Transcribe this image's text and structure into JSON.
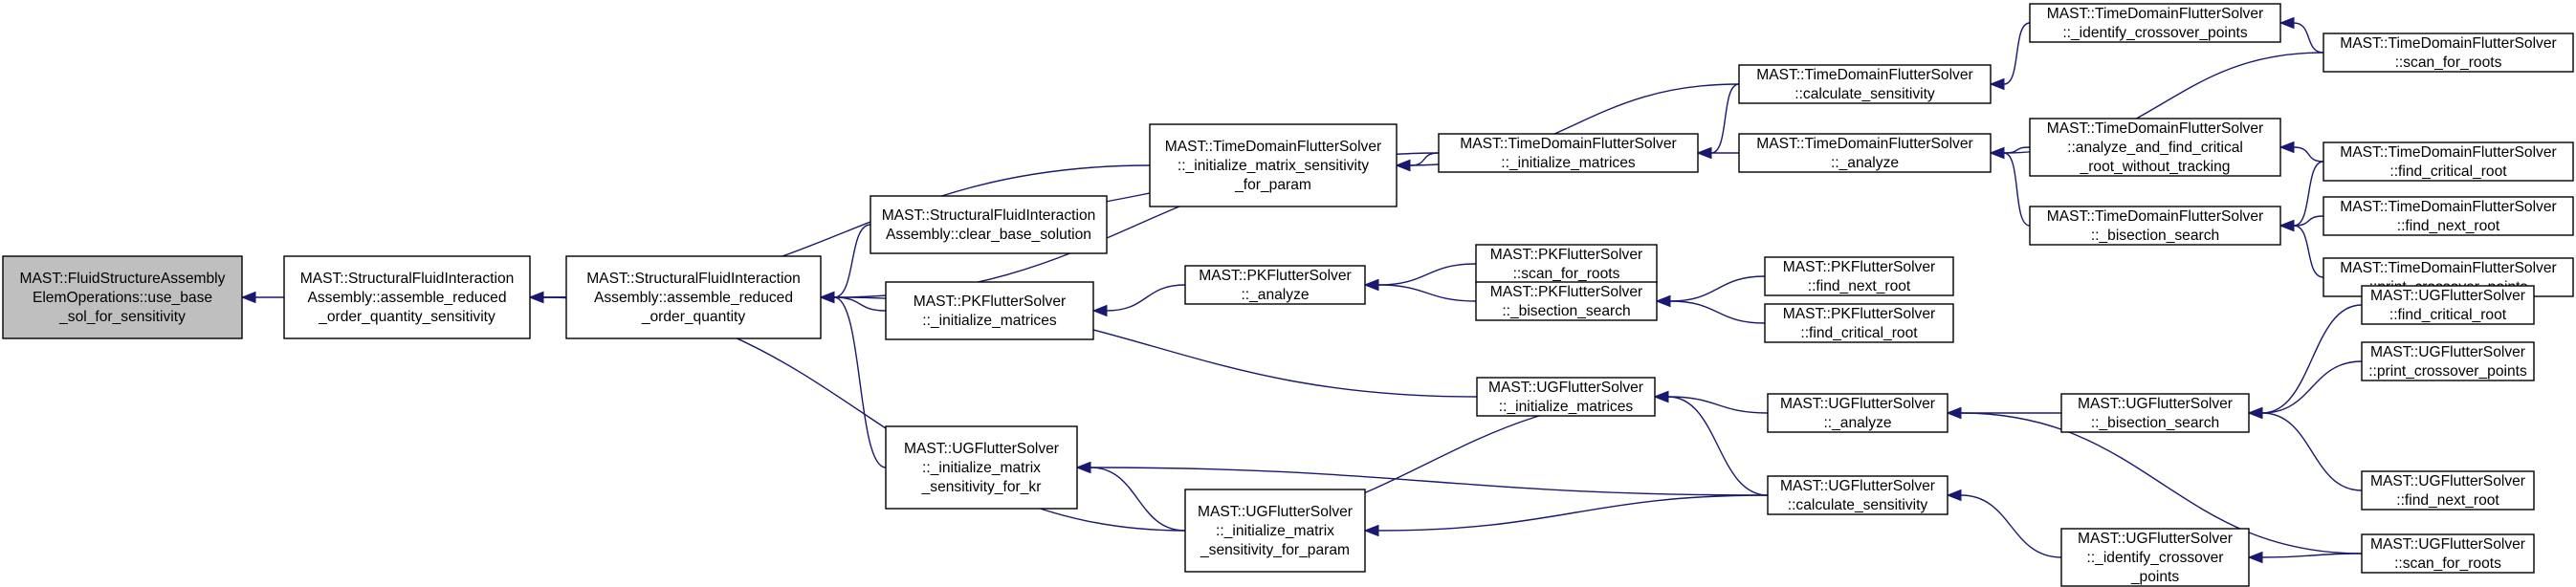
{
  "graph": {
    "nodes": [
      {
        "id": "n0",
        "lines": [
          "MAST::FluidStructureAssembly",
          "ElemOperations::use_base",
          "_sol_for_sensitivity"
        ],
        "root": true
      },
      {
        "id": "n1",
        "lines": [
          "MAST::StructuralFluidInteraction",
          "Assembly::assemble_reduced",
          "_order_quantity_sensitivity"
        ]
      },
      {
        "id": "n2",
        "lines": [
          "MAST::StructuralFluidInteraction",
          "Assembly::assemble_reduced",
          "_order_quantity"
        ]
      },
      {
        "id": "n3",
        "lines": [
          "MAST::StructuralFluidInteraction",
          "Assembly::clear_base_solution"
        ]
      },
      {
        "id": "n4",
        "lines": [
          "MAST::PKFlutterSolver",
          "::_initialize_matrices"
        ]
      },
      {
        "id": "n5",
        "lines": [
          "MAST::UGFlutterSolver",
          "::_initialize_matrix",
          "_sensitivity_for_kr"
        ]
      },
      {
        "id": "n6",
        "lines": [
          "MAST::TimeDomainFlutterSolver",
          "::_initialize_matrix_sensitivity",
          "_for_param"
        ]
      },
      {
        "id": "n7",
        "lines": [
          "MAST::PKFlutterSolver",
          "::_analyze"
        ]
      },
      {
        "id": "n8",
        "lines": [
          "MAST::UGFlutterSolver",
          "::_initialize_matrix",
          "_sensitivity_for_param"
        ]
      },
      {
        "id": "n9",
        "lines": [
          "MAST::TimeDomainFlutterSolver",
          "::_initialize_matrices"
        ]
      },
      {
        "id": "n10",
        "lines": [
          "MAST::PKFlutterSolver",
          "::scan_for_roots"
        ]
      },
      {
        "id": "n11",
        "lines": [
          "MAST::PKFlutterSolver",
          "::_bisection_search"
        ]
      },
      {
        "id": "n12",
        "lines": [
          "MAST::UGFlutterSolver",
          "::_initialize_matrices"
        ]
      },
      {
        "id": "n13",
        "lines": [
          "MAST::TimeDomainFlutterSolver",
          "::calculate_sensitivity"
        ]
      },
      {
        "id": "n14",
        "lines": [
          "MAST::TimeDomainFlutterSolver",
          "::_analyze"
        ]
      },
      {
        "id": "n15",
        "lines": [
          "MAST::PKFlutterSolver",
          "::find_next_root"
        ]
      },
      {
        "id": "n16",
        "lines": [
          "MAST::PKFlutterSolver",
          "::find_critical_root"
        ]
      },
      {
        "id": "n17",
        "lines": [
          "MAST::UGFlutterSolver",
          "::_analyze"
        ]
      },
      {
        "id": "n18",
        "lines": [
          "MAST::UGFlutterSolver",
          "::calculate_sensitivity"
        ]
      },
      {
        "id": "n19",
        "lines": [
          "MAST::TimeDomainFlutterSolver",
          "::_identify_crossover_points"
        ]
      },
      {
        "id": "n20",
        "lines": [
          "MAST::TimeDomainFlutterSolver",
          "::analyze_and_find_critical",
          "_root_without_tracking"
        ]
      },
      {
        "id": "n21",
        "lines": [
          "MAST::TimeDomainFlutterSolver",
          "::_bisection_search"
        ]
      },
      {
        "id": "n22",
        "lines": [
          "MAST::UGFlutterSolver",
          "::_bisection_search"
        ]
      },
      {
        "id": "n23",
        "lines": [
          "MAST::UGFlutterSolver",
          "::_identify_crossover",
          "_points"
        ]
      },
      {
        "id": "n24",
        "lines": [
          "MAST::TimeDomainFlutterSolver",
          "::scan_for_roots"
        ]
      },
      {
        "id": "n25",
        "lines": [
          "MAST::TimeDomainFlutterSolver",
          "::find_critical_root"
        ]
      },
      {
        "id": "n26",
        "lines": [
          "MAST::TimeDomainFlutterSolver",
          "::find_next_root"
        ]
      },
      {
        "id": "n27",
        "lines": [
          "MAST::TimeDomainFlutterSolver",
          "::print_crossover_points"
        ]
      },
      {
        "id": "n28",
        "lines": [
          "MAST::UGFlutterSolver",
          "::find_critical_root"
        ]
      },
      {
        "id": "n29",
        "lines": [
          "MAST::UGFlutterSolver",
          "::print_crossover_points"
        ]
      },
      {
        "id": "n30",
        "lines": [
          "MAST::UGFlutterSolver",
          "::find_next_root"
        ]
      },
      {
        "id": "n31",
        "lines": [
          "MAST::UGFlutterSolver",
          "::scan_for_roots"
        ]
      }
    ],
    "edges": [
      {
        "from": "n1",
        "to": "n0"
      },
      {
        "from": "n2",
        "to": "n1"
      },
      {
        "from": "n6",
        "to": "n1"
      },
      {
        "from": "n8",
        "to": "n1"
      },
      {
        "from": "n3",
        "to": "n2"
      },
      {
        "from": "n9",
        "to": "n2"
      },
      {
        "from": "n4",
        "to": "n2"
      },
      {
        "from": "n12",
        "to": "n2"
      },
      {
        "from": "n5",
        "to": "n2"
      },
      {
        "from": "n7",
        "to": "n4"
      },
      {
        "from": "n18",
        "to": "n5"
      },
      {
        "from": "n8",
        "to": "n5"
      },
      {
        "from": "n3",
        "to": "n6"
      },
      {
        "from": "n9",
        "to": "n6"
      },
      {
        "from": "n13",
        "to": "n6"
      },
      {
        "from": "n10",
        "to": "n7"
      },
      {
        "from": "n11",
        "to": "n7"
      },
      {
        "from": "n18",
        "to": "n8"
      },
      {
        "from": "n13",
        "to": "n9"
      },
      {
        "from": "n14",
        "to": "n9"
      },
      {
        "from": "n15",
        "to": "n11"
      },
      {
        "from": "n16",
        "to": "n11"
      },
      {
        "from": "n8",
        "to": "n12"
      },
      {
        "from": "n17",
        "to": "n12"
      },
      {
        "from": "n18",
        "to": "n12"
      },
      {
        "from": "n19",
        "to": "n13"
      },
      {
        "from": "n20",
        "to": "n14"
      },
      {
        "from": "n21",
        "to": "n14"
      },
      {
        "from": "n24",
        "to": "n14"
      },
      {
        "from": "n22",
        "to": "n17"
      },
      {
        "from": "n31",
        "to": "n17"
      },
      {
        "from": "n23",
        "to": "n18"
      },
      {
        "from": "n24",
        "to": "n19"
      },
      {
        "from": "n25",
        "to": "n20"
      },
      {
        "from": "n25",
        "to": "n21"
      },
      {
        "from": "n26",
        "to": "n21"
      },
      {
        "from": "n27",
        "to": "n21"
      },
      {
        "from": "n28",
        "to": "n22"
      },
      {
        "from": "n29",
        "to": "n22"
      },
      {
        "from": "n30",
        "to": "n22"
      },
      {
        "from": "n31",
        "to": "n23"
      }
    ]
  }
}
